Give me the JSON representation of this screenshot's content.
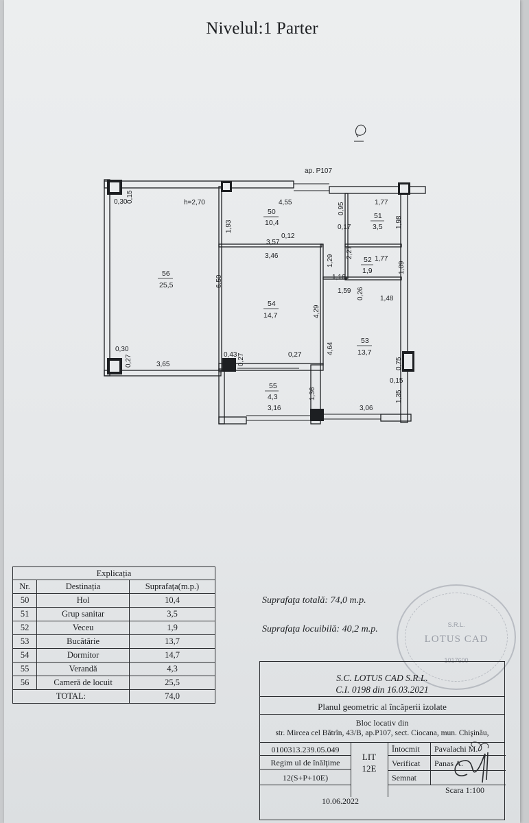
{
  "title": "Nivelul:1 Parter",
  "plan": {
    "apartment_label": "ap. P107",
    "height_label": "h=2,70",
    "rooms": [
      {
        "nr": "50",
        "area": "10,4"
      },
      {
        "nr": "51",
        "area": "3,5"
      },
      {
        "nr": "52",
        "area": "1,9"
      },
      {
        "nr": "53",
        "area": "13,7"
      },
      {
        "nr": "54",
        "area": "14,7"
      },
      {
        "nr": "55",
        "area": "4,3"
      },
      {
        "nr": "56",
        "area": "25,5"
      }
    ],
    "dimensions": [
      "0,30",
      "0,15",
      "4,55",
      "1,77",
      "0,95",
      "1,93",
      "0,17",
      "1,98",
      "3,57",
      "0,12",
      "2,27",
      "3,46",
      "1,29",
      "1,77",
      "6,50",
      "1,09",
      "1,16",
      "1,59",
      "0,26",
      "1,48",
      "4,29",
      "4,64",
      "0,30",
      "0,27",
      "3,65",
      "0,43",
      "0,27",
      "0,27",
      "0,75",
      "0,15",
      "1,36",
      "1,35",
      "3,16",
      "3,06"
    ]
  },
  "legend": {
    "caption": "Explicația",
    "headers": [
      "Nr.",
      "Destinația",
      "Suprafața(m.p.)"
    ],
    "rows": [
      [
        "50",
        "Hol",
        "10,4"
      ],
      [
        "51",
        "Grup sanitar",
        "3,5"
      ],
      [
        "52",
        "Veceu",
        "1,9"
      ],
      [
        "53",
        "Bucătărie",
        "13,7"
      ],
      [
        "54",
        "Dormitor",
        "14,7"
      ],
      [
        "55",
        "Verandă",
        "4,3"
      ],
      [
        "56",
        "Cameră de locuit",
        "25,5"
      ]
    ],
    "total_label": "TOTAL:",
    "total_value": "74,0"
  },
  "totals": {
    "total_area": "Suprafaţa totală: 74,0 m.p.",
    "living_area": "Suprafaţa locuibilă: 40,2 m.p."
  },
  "stamp": {
    "top": "S.R.L.",
    "name": "LOTUS CAD",
    "bottom": "1017600"
  },
  "title_block": {
    "company": "S.C. LOTUS CAD S.R.L.",
    "certificate": "C.I. 0198 din 16.03.2021",
    "plan_name": "Planul geometric al încăperii izolate",
    "building": "Bloc locativ din",
    "address": "str. Mircea cel Bătrîn, 43/B, ap.P107, sect. Ciocana, mun. Chişinău,",
    "cadastral_code": "0100313.239.05.049",
    "regime_label": "Regim ul de înălţime",
    "regime_value": "12(S+P+10E)",
    "lit_label": "LIT",
    "lit_value": "12E",
    "roles": [
      "Întocmit",
      "Verificat",
      "Semnat"
    ],
    "names": [
      "Pavalachi M.",
      "Panas A.",
      ""
    ],
    "scale": "Scara 1:100",
    "date": "10.06.2022"
  }
}
